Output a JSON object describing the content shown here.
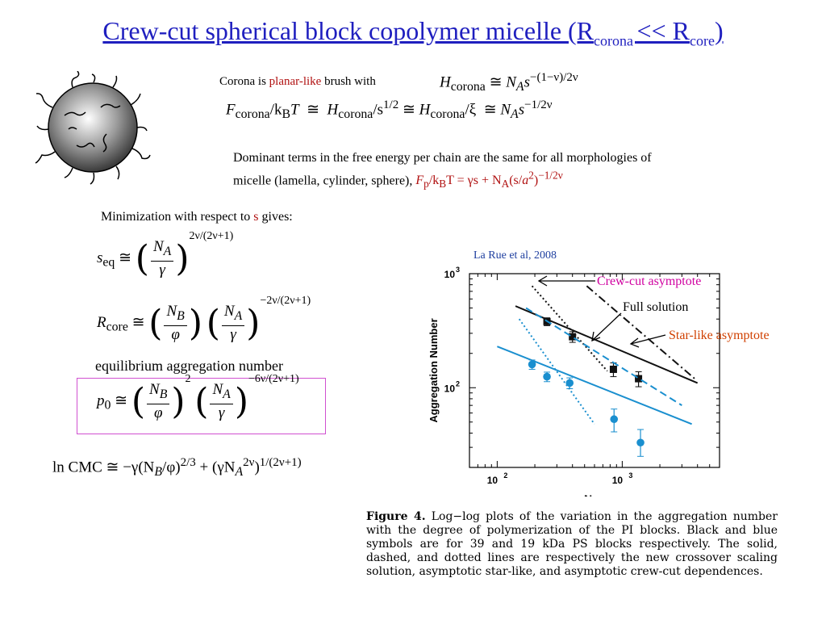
{
  "title": {
    "prefix": "Crew-cut spherical block copolymer micelle (R",
    "sub1": "corona ",
    "mid": "<< R",
    "sub2": "core",
    "suffix": ")"
  },
  "corona": {
    "pre": "Corona is ",
    "highlight": "planar-like",
    "post": " brush with"
  },
  "eq_h": {
    "lhs": "H",
    "lhs_sub": "corona",
    "rel": "≅",
    "rhs": "N",
    "rhs_sub": "A",
    "rhs_s": "s",
    "exp": "−(1−ν)/2ν"
  },
  "eq_f": {
    "f": "F",
    "f_sub": "corona",
    "kt": "/k",
    "kt_sub": "B",
    "t": "T",
    "r1": "≅",
    "h1": "H",
    "h1_sub": "corona",
    "h1_exp_pre": "/s",
    "h1_exp": "1/2",
    "r2": "≅",
    "h2": "H",
    "h2_sub": "corona",
    "xi": "/ξ",
    "r3": "≅",
    "na": "N",
    "na_sub": "A",
    "s": "s",
    "s_exp": "−1/2ν"
  },
  "dominant": {
    "line1": "Dominant terms in the free energy per chain are the same for all morphologies of",
    "line2": "micelle (lamella, cylinder, sphere), ",
    "formula": {
      "F": "F",
      "F_sub": "p",
      "kB": "/k",
      "kB_sub": "B",
      "T": "T = γs + N",
      "NA_sub": "A",
      "paren": "(s/",
      "a": "a",
      "a_exp": "2",
      "close": ")",
      "exp": "−1/2ν"
    }
  },
  "minimization": {
    "pre": "Minimization with respect to ",
    "s": "s",
    "post": " gives:"
  },
  "eq_seq": {
    "lhs": "s",
    "lhs_sub": "eq",
    "rel": "≅",
    "num": "N",
    "num_sub": "A",
    "den": "γ",
    "exp": "2ν/(2ν+1)"
  },
  "eq_rcore": {
    "lhs": "R",
    "lhs_sub": "core",
    "rel": "≅",
    "num1": "N",
    "num1_sub": "B",
    "den1": "φ",
    "num2": "N",
    "num2_sub": "A",
    "den2": "γ",
    "exp": "−2ν/(2ν+1)"
  },
  "equilibrium_label": "equilibrium aggregation number",
  "eq_p": {
    "lhs": "p",
    "lhs_sub": "0",
    "rel": "≅",
    "num1": "N",
    "num1_sub": "B",
    "den1": "φ",
    "exp1": "2",
    "num2": "N",
    "num2_sub": "A",
    "den2": "γ",
    "exp": "−6ν/(2ν+1)"
  },
  "eq_cmc": {
    "lhs": "ln CMC",
    "rel": "≅",
    "t1": "−γ(N",
    "t1_sub": "B",
    "t1b": "/φ)",
    "t1_exp": "2/3",
    "plus": " + (γN",
    "t2_sub": "A",
    "t2_sup": "2ν",
    "t2b": ")",
    "t2_exp": "1/(2ν+1)"
  },
  "reference": "La Rue et al, 2008",
  "annotations": {
    "crew": "Crew-cut asymptote",
    "full": "Full solution",
    "star": "Star-like asymptote"
  },
  "colors": {
    "title": "#1f1fbf",
    "black_series": "#111111",
    "blue_series": "#1a8fcf",
    "crew": "#d000a0",
    "star": "#d04000",
    "box": "#d050d0"
  },
  "chart_data": {
    "type": "scatter",
    "title": "",
    "xlabel": "N_PI",
    "ylabel": "Aggregation Number",
    "x_scale": "log",
    "y_scale": "log",
    "xlim": [
      60,
      6000
    ],
    "ylim": [
      20,
      1000
    ],
    "x_ticks": [
      {
        "v": 100,
        "label": "10",
        "exp": "2"
      },
      {
        "v": 1000,
        "label": "10",
        "exp": "3"
      }
    ],
    "y_ticks": [
      {
        "v": 100,
        "label": "10",
        "exp": "2"
      },
      {
        "v": 1000,
        "label": "10",
        "exp": "3"
      }
    ],
    "series": [
      {
        "style": "markers-square",
        "color": "#111111",
        "x": [
          250,
          400,
          850,
          1350
        ],
        "y": [
          380,
          280,
          145,
          120
        ],
        "err": [
          [
            30,
            30
          ],
          [
            30,
            30
          ],
          [
            20,
            20
          ],
          [
            18,
            18
          ]
        ]
      },
      {
        "style": "markers-circle",
        "color": "#1a8fcf",
        "x": [
          190,
          250,
          380,
          860,
          1400
        ],
        "y": [
          160,
          125,
          110,
          53,
          33
        ],
        "err": [
          [
            15,
            15
          ],
          [
            12,
            12
          ],
          [
            12,
            12
          ],
          [
            12,
            12
          ],
          [
            8,
            10
          ]
        ]
      },
      {
        "style": "solid",
        "color": "#111111",
        "x": [
          140,
          4000
        ],
        "y": [
          520,
          110
        ]
      },
      {
        "style": "dashdot",
        "color": "#111111",
        "x": [
          520,
          3800
        ],
        "y": [
          780,
          120
        ]
      },
      {
        "style": "dotted",
        "color": "#111111",
        "x": [
          190,
          760
        ],
        "y": [
          780,
          140
        ]
      },
      {
        "style": "solid",
        "color": "#1a8fcf",
        "x": [
          100,
          3600
        ],
        "y": [
          230,
          48
        ]
      },
      {
        "style": "dashed",
        "color": "#1a8fcf",
        "x": [
          170,
          3000
        ],
        "y": [
          500,
          70
        ]
      },
      {
        "style": "dotted",
        "color": "#1a8fcf",
        "x": [
          150,
          600
        ],
        "y": [
          400,
          48
        ]
      }
    ]
  },
  "caption": {
    "label": "Figure 4.",
    "text": " Log−log plots of the variation in the aggregation number with the degree of polymerization of the PI blocks. Black and blue symbols are for 39 and 19 kDa PS blocks respectively. The solid, dashed, and dotted lines are respectively the new crossover scaling solution, asymptotic star-like, and asymptotic crew-cut dependences."
  }
}
